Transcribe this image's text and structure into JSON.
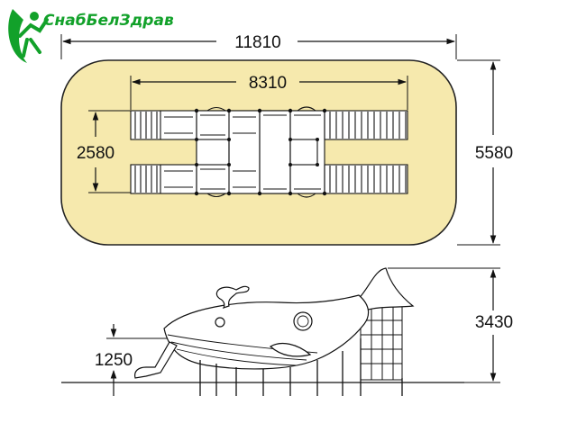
{
  "brand": {
    "name": "СнабБелЗдрав",
    "color": "#12a12a"
  },
  "plan": {
    "overall_length": "11810",
    "deck_length": "8310",
    "deck_width": "2580",
    "overall_width": "5580",
    "zone_color": "#f6e9ad"
  },
  "elevation": {
    "total_height": "3430",
    "platform_height": "1250"
  }
}
